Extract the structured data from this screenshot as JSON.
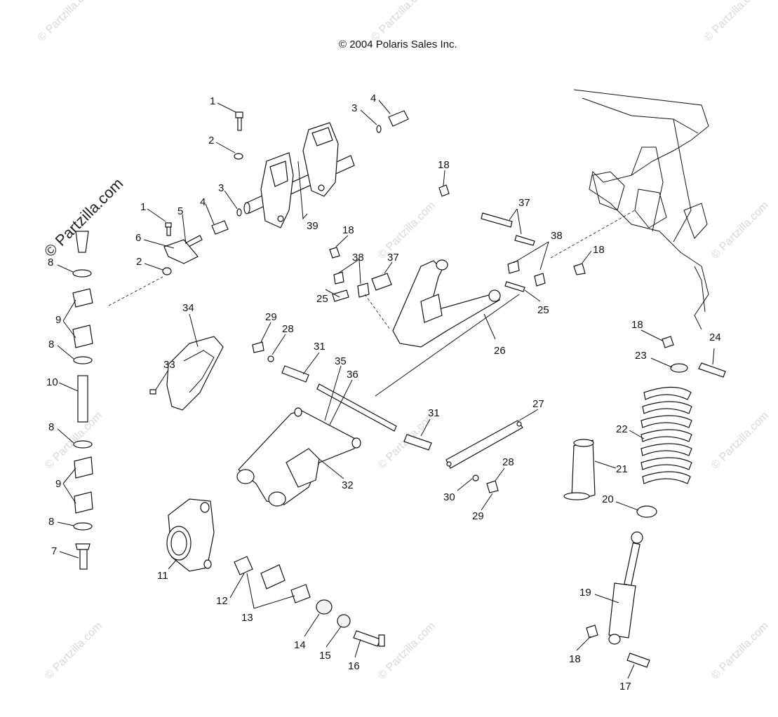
{
  "copyright": "© 2004 Polaris Sales Inc.",
  "watermark_side": "© Partzilla.com",
  "watermark_faint": "© Partzilla.com",
  "callouts": [
    {
      "id": "c1a",
      "text": "1"
    },
    {
      "id": "c2a",
      "text": "2"
    },
    {
      "id": "c3a",
      "text": "3"
    },
    {
      "id": "c4a",
      "text": "4"
    },
    {
      "id": "c1b",
      "text": "1"
    },
    {
      "id": "c5",
      "text": "5"
    },
    {
      "id": "c4b",
      "text": "4"
    },
    {
      "id": "c3b",
      "text": "3"
    },
    {
      "id": "c39",
      "text": "39"
    },
    {
      "id": "c6",
      "text": "6"
    },
    {
      "id": "c2b",
      "text": "2"
    },
    {
      "id": "c18a",
      "text": "18"
    },
    {
      "id": "c37a",
      "text": "37"
    },
    {
      "id": "c38a",
      "text": "38"
    },
    {
      "id": "c18b",
      "text": "18"
    },
    {
      "id": "c18c",
      "text": "18"
    },
    {
      "id": "c38b",
      "text": "38"
    },
    {
      "id": "c37b",
      "text": "37"
    },
    {
      "id": "c25a",
      "text": "25"
    },
    {
      "id": "c26",
      "text": "26"
    },
    {
      "id": "c25b",
      "text": "25"
    },
    {
      "id": "c8a",
      "text": "8"
    },
    {
      "id": "c9a",
      "text": "9"
    },
    {
      "id": "c8b",
      "text": "8"
    },
    {
      "id": "c10",
      "text": "10"
    },
    {
      "id": "c8c",
      "text": "8"
    },
    {
      "id": "c9b",
      "text": "9"
    },
    {
      "id": "c8d",
      "text": "8"
    },
    {
      "id": "c7",
      "text": "7"
    },
    {
      "id": "c34",
      "text": "34"
    },
    {
      "id": "c33",
      "text": "33"
    },
    {
      "id": "c29a",
      "text": "29"
    },
    {
      "id": "c28a",
      "text": "28"
    },
    {
      "id": "c31a",
      "text": "31"
    },
    {
      "id": "c35",
      "text": "35"
    },
    {
      "id": "c36",
      "text": "36"
    },
    {
      "id": "c31b",
      "text": "31"
    },
    {
      "id": "c32",
      "text": "32"
    },
    {
      "id": "c27",
      "text": "27"
    },
    {
      "id": "c28b",
      "text": "28"
    },
    {
      "id": "c30",
      "text": "30"
    },
    {
      "id": "c29b",
      "text": "29"
    },
    {
      "id": "c18d",
      "text": "18"
    },
    {
      "id": "c24",
      "text": "24"
    },
    {
      "id": "c23",
      "text": "23"
    },
    {
      "id": "c22",
      "text": "22"
    },
    {
      "id": "c21",
      "text": "21"
    },
    {
      "id": "c20",
      "text": "20"
    },
    {
      "id": "c11",
      "text": "11"
    },
    {
      "id": "c12",
      "text": "12"
    },
    {
      "id": "c13",
      "text": "13"
    },
    {
      "id": "c14",
      "text": "14"
    },
    {
      "id": "c15",
      "text": "15"
    },
    {
      "id": "c16",
      "text": "16"
    },
    {
      "id": "c19",
      "text": "19"
    },
    {
      "id": "c18e",
      "text": "18"
    },
    {
      "id": "c17",
      "text": "17"
    }
  ]
}
